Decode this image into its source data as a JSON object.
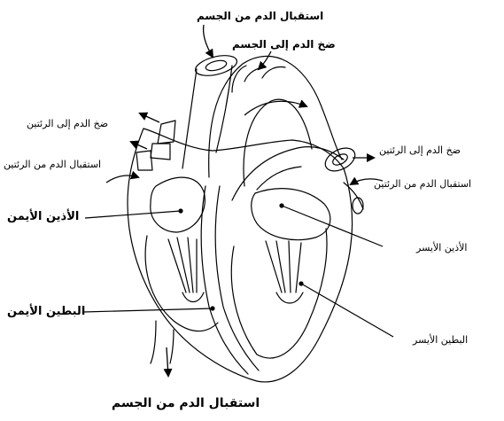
{
  "labels": {
    "top_body_in": "استقبال الدم من الجسم",
    "top_pump_body": "ضخ الدم إلى الجسم",
    "left_pump_lungs": "ضخ الدم إلى الرئتين",
    "left_in_lungs": "استقبال الدم من الرئتين",
    "right_atrium": "الأذين الأيمن",
    "right_ventricle": "البطين الأيمن",
    "right_pump_lungs": "ضخ الدم إلى الرئتين",
    "right_in_lungs": "استقبال الدم من الرئتين",
    "left_atrium": "الأذين الأيسر",
    "left_ventricle": "البطين الأيسر",
    "bottom_body_in": "استقبال الدم من الجسم"
  },
  "colors": {
    "stroke": "#000000",
    "background": "#ffffff"
  }
}
